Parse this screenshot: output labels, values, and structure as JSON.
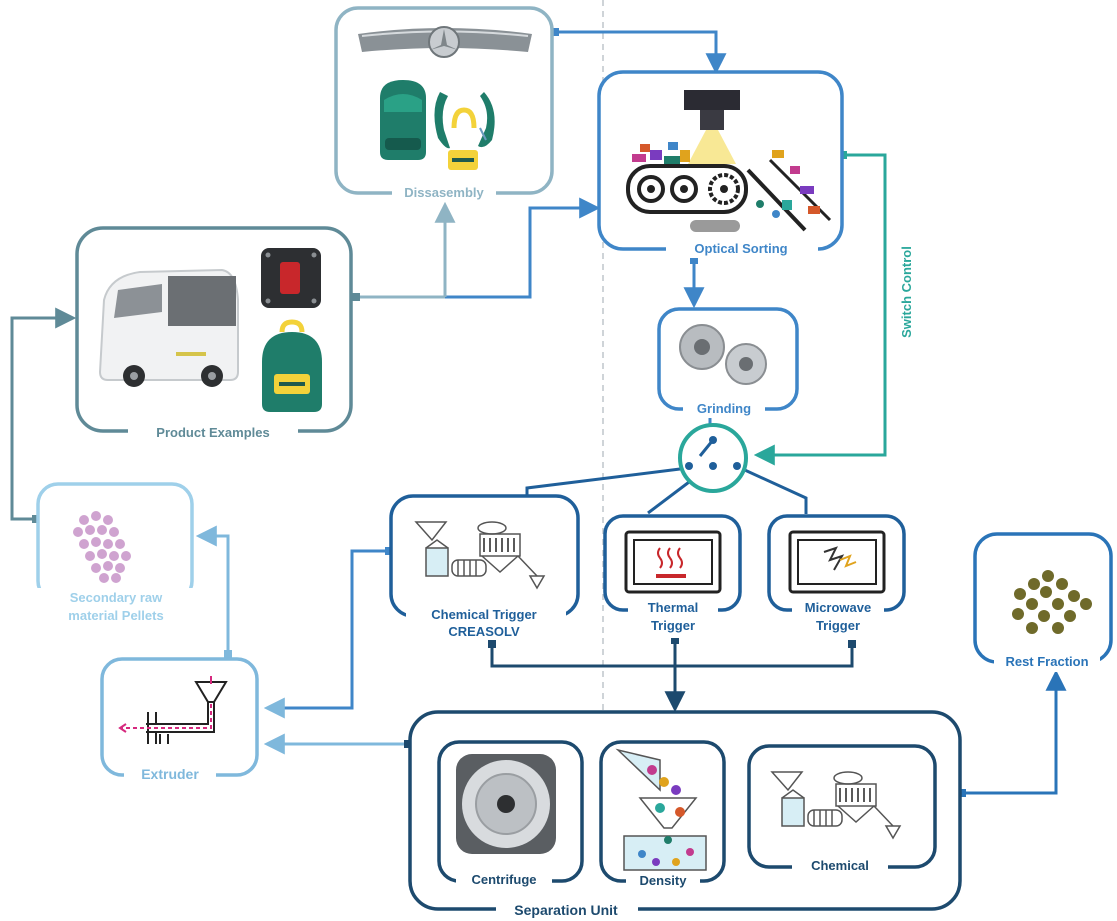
{
  "labels": {
    "disassembly": "Dissasembly",
    "optical_sorting": "Optical Sorting",
    "product_examples": "Product Examples",
    "grinding": "Grinding",
    "switch_control": "Switch Control",
    "secondary_pellets_line1": "Secondary raw",
    "secondary_pellets_line2": "material Pellets",
    "chemical_trigger_line1": "Chemical Trigger",
    "chemical_trigger_line2": "CREASOLV",
    "thermal_trigger_line1": "Thermal",
    "thermal_trigger_line2": "Trigger",
    "microwave_trigger_line1": "Microwave",
    "microwave_trigger_line2": "Trigger",
    "rest_fraction": "Rest Fraction",
    "extruder": "Extruder",
    "centrifuge": "Centrifuge",
    "density": "Density",
    "chemical": "Chemical",
    "separation_unit": "Separation Unit"
  },
  "colors": {
    "disassembly": "#8fb4c4",
    "optical": "#3f86c8",
    "product": "#5f8a97",
    "grinding": "#3f86c8",
    "switch_control": "#2aa79b",
    "pellets": "#9fd0ea",
    "extruder": "#7fb8dc",
    "trigger": "#1f5f9a",
    "separation": "#1d4a6e",
    "rest": "#2a74b8",
    "pellet_dots": "#cfa3d0",
    "rest_dots": "#6f6a2a",
    "bag_green": "#1f7d6a",
    "bag_yellow": "#f3d23a"
  }
}
